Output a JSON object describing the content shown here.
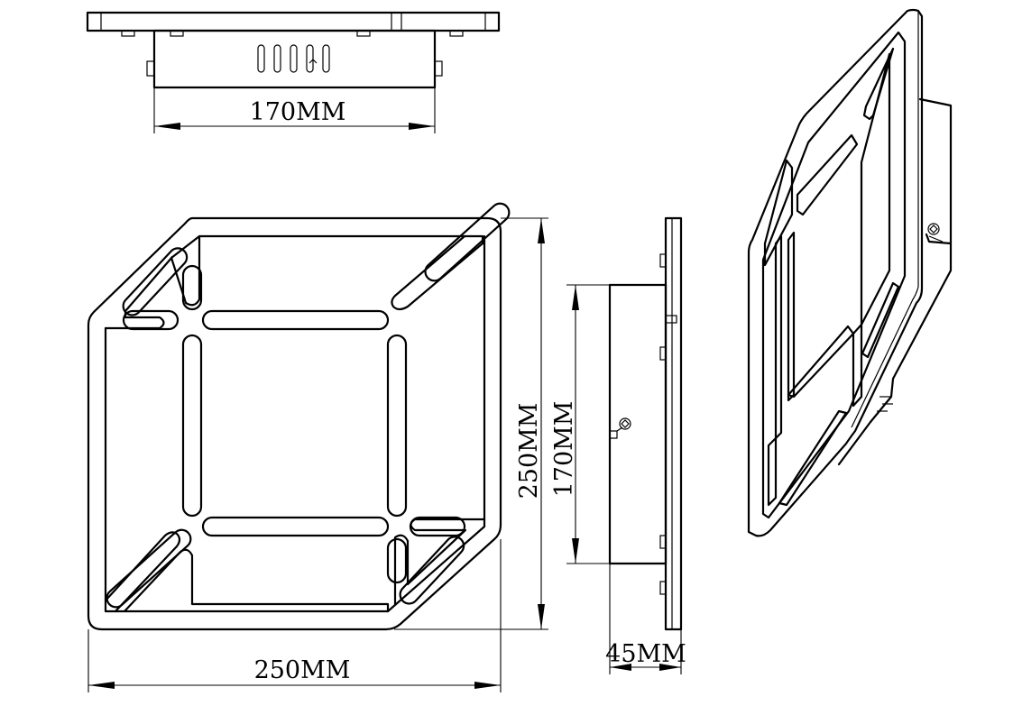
{
  "dimensions": {
    "top_width": "170MM",
    "front_width": "250MM",
    "front_height": "250MM",
    "side_height": "170MM",
    "side_depth": "45MM"
  }
}
